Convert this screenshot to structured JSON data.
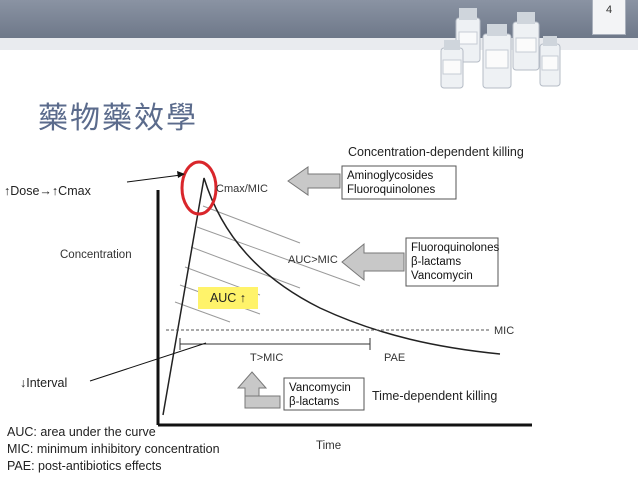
{
  "slide": {
    "page_number": "4",
    "title": "藥物藥效學"
  },
  "annotations": {
    "concentration_dependent": "Concentration-dependent killing",
    "time_dependent": "Time-dependent killing",
    "dose_cmax": "↑Dose→↑Cmax",
    "interval": "↓Interval",
    "auc_box": "AUC ↑"
  },
  "legend": {
    "auc": "AUC: area under the curve",
    "mic": "MIC: minimum inhibitory concentration",
    "pae": "PAE: post-antibiotics effects"
  },
  "diagram": {
    "y_axis_label": "Concentration",
    "x_axis_label": "Time",
    "cmax_label": "Cmax/MIC",
    "auc_mic_label": "AUC>MIC",
    "mic_label": "MIC",
    "t_mic_label": "T>MIC",
    "pae_label": "PAE",
    "groups": {
      "conc_dependent": [
        "Aminoglycosides",
        "Fluoroquinolones"
      ],
      "auc_dependent": [
        "Fluoroquinolones",
        "β-lactams",
        "Vancomycin"
      ],
      "time_dependent": [
        "Vancomycin",
        "β-lactams"
      ]
    }
  },
  "colors": {
    "title": "#5b6b8c",
    "highlight_circle": "#d9262b",
    "auc_box": "#fff36a",
    "arrow_fill": "#c8c8c8"
  }
}
